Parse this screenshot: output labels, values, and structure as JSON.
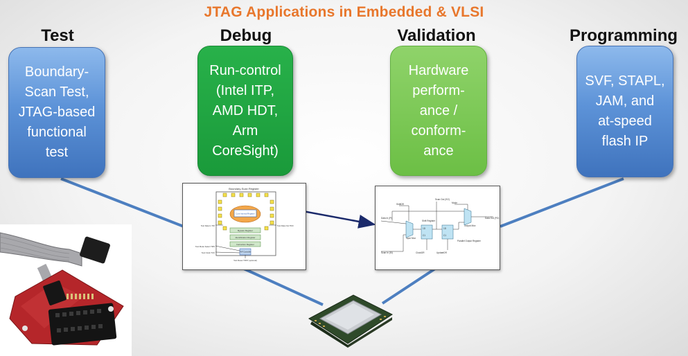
{
  "title": "JTAG Applications in Embedded & VLSI",
  "categories": [
    {
      "heading": "Test",
      "lines": [
        "Boundary-",
        "Scan Test,",
        "JTAG-based",
        "functional",
        "test"
      ]
    },
    {
      "heading": "Debug",
      "lines": [
        "Run-control",
        "(Intel ITP,",
        "AMD HDT,",
        "Arm",
        "CoreSight)"
      ]
    },
    {
      "heading": "Validation",
      "lines": [
        "Hardware",
        "perform-",
        "ance /",
        "conform-",
        "ance"
      ]
    },
    {
      "heading": "Programming",
      "lines": [
        "SVF, STAPL,",
        "JAM, and",
        "at-speed",
        "flash IP"
      ]
    }
  ],
  "colors": {
    "title": "#e8772c",
    "blue_box": "#5d93d8",
    "green_dark_box": "#1a9a3a",
    "green_light_box": "#6cbf45",
    "connector": "#4d7fc0",
    "arrow": "#1b2a6b"
  },
  "boundary_scan_diagram": {
    "heading": "Boundary-Scan Register",
    "core_label": "Core Internal Register",
    "bypass_label": "Bypass Register",
    "id_label": "Identification Register",
    "instruction_label": "Instruction Register",
    "tap_label": "TAP Controller",
    "tdi_label": "Test Data In TDI",
    "tdo_label": "Test Data Out TDO",
    "tms_label": "Test Mode Select TMS",
    "tck_label": "Test Clock TCK",
    "trst_label": "Test Reset TRST (optional)"
  },
  "cell_diagram": {
    "shiftdr": "ShiftDR",
    "scan_out": "Scan Out (SO)",
    "mode": "Mode",
    "data_in": "Data In (PI)",
    "data_out": "Data Out (PO)",
    "shift_register": "Shift Register",
    "output_mux": "Output Mux",
    "input_mux": "Input Mux",
    "parallel_output_register": "Parallel Output Register",
    "scan_in": "Scan In (SI)",
    "clockdr": "ClockDR",
    "updatedr": "UpdateDR",
    "c1": "C1",
    "d1": "1D"
  }
}
